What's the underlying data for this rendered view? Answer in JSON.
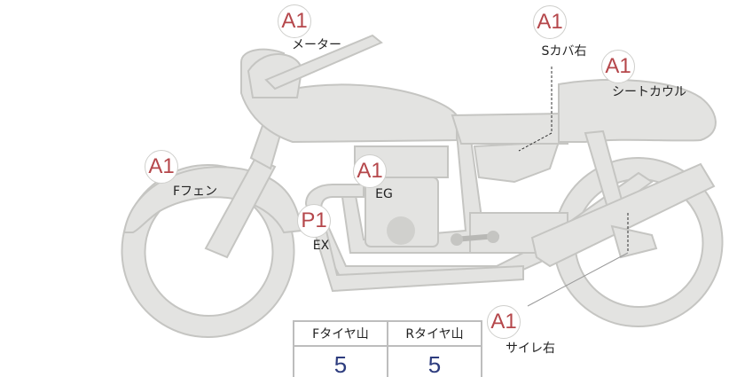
{
  "damage_markers": [
    {
      "code": "A1",
      "part": "メーター"
    },
    {
      "code": "A1",
      "part": "Sカバ右"
    },
    {
      "code": "A1",
      "part": "シートカウル"
    },
    {
      "code": "A1",
      "part": "Fフェン"
    },
    {
      "code": "A1",
      "part": "EG"
    },
    {
      "code": "P1",
      "part": "EX"
    },
    {
      "code": "A1",
      "part": "サイレ右"
    }
  ],
  "tire_table": {
    "headers": [
      "Fタイヤ山",
      "Rタイヤ山"
    ],
    "values": [
      "5",
      "5"
    ]
  },
  "colors": {
    "body_fill": "#e3e3e1",
    "body_stroke": "#c5c5c2",
    "code": "#b5474b",
    "value": "#2d3c7e"
  }
}
